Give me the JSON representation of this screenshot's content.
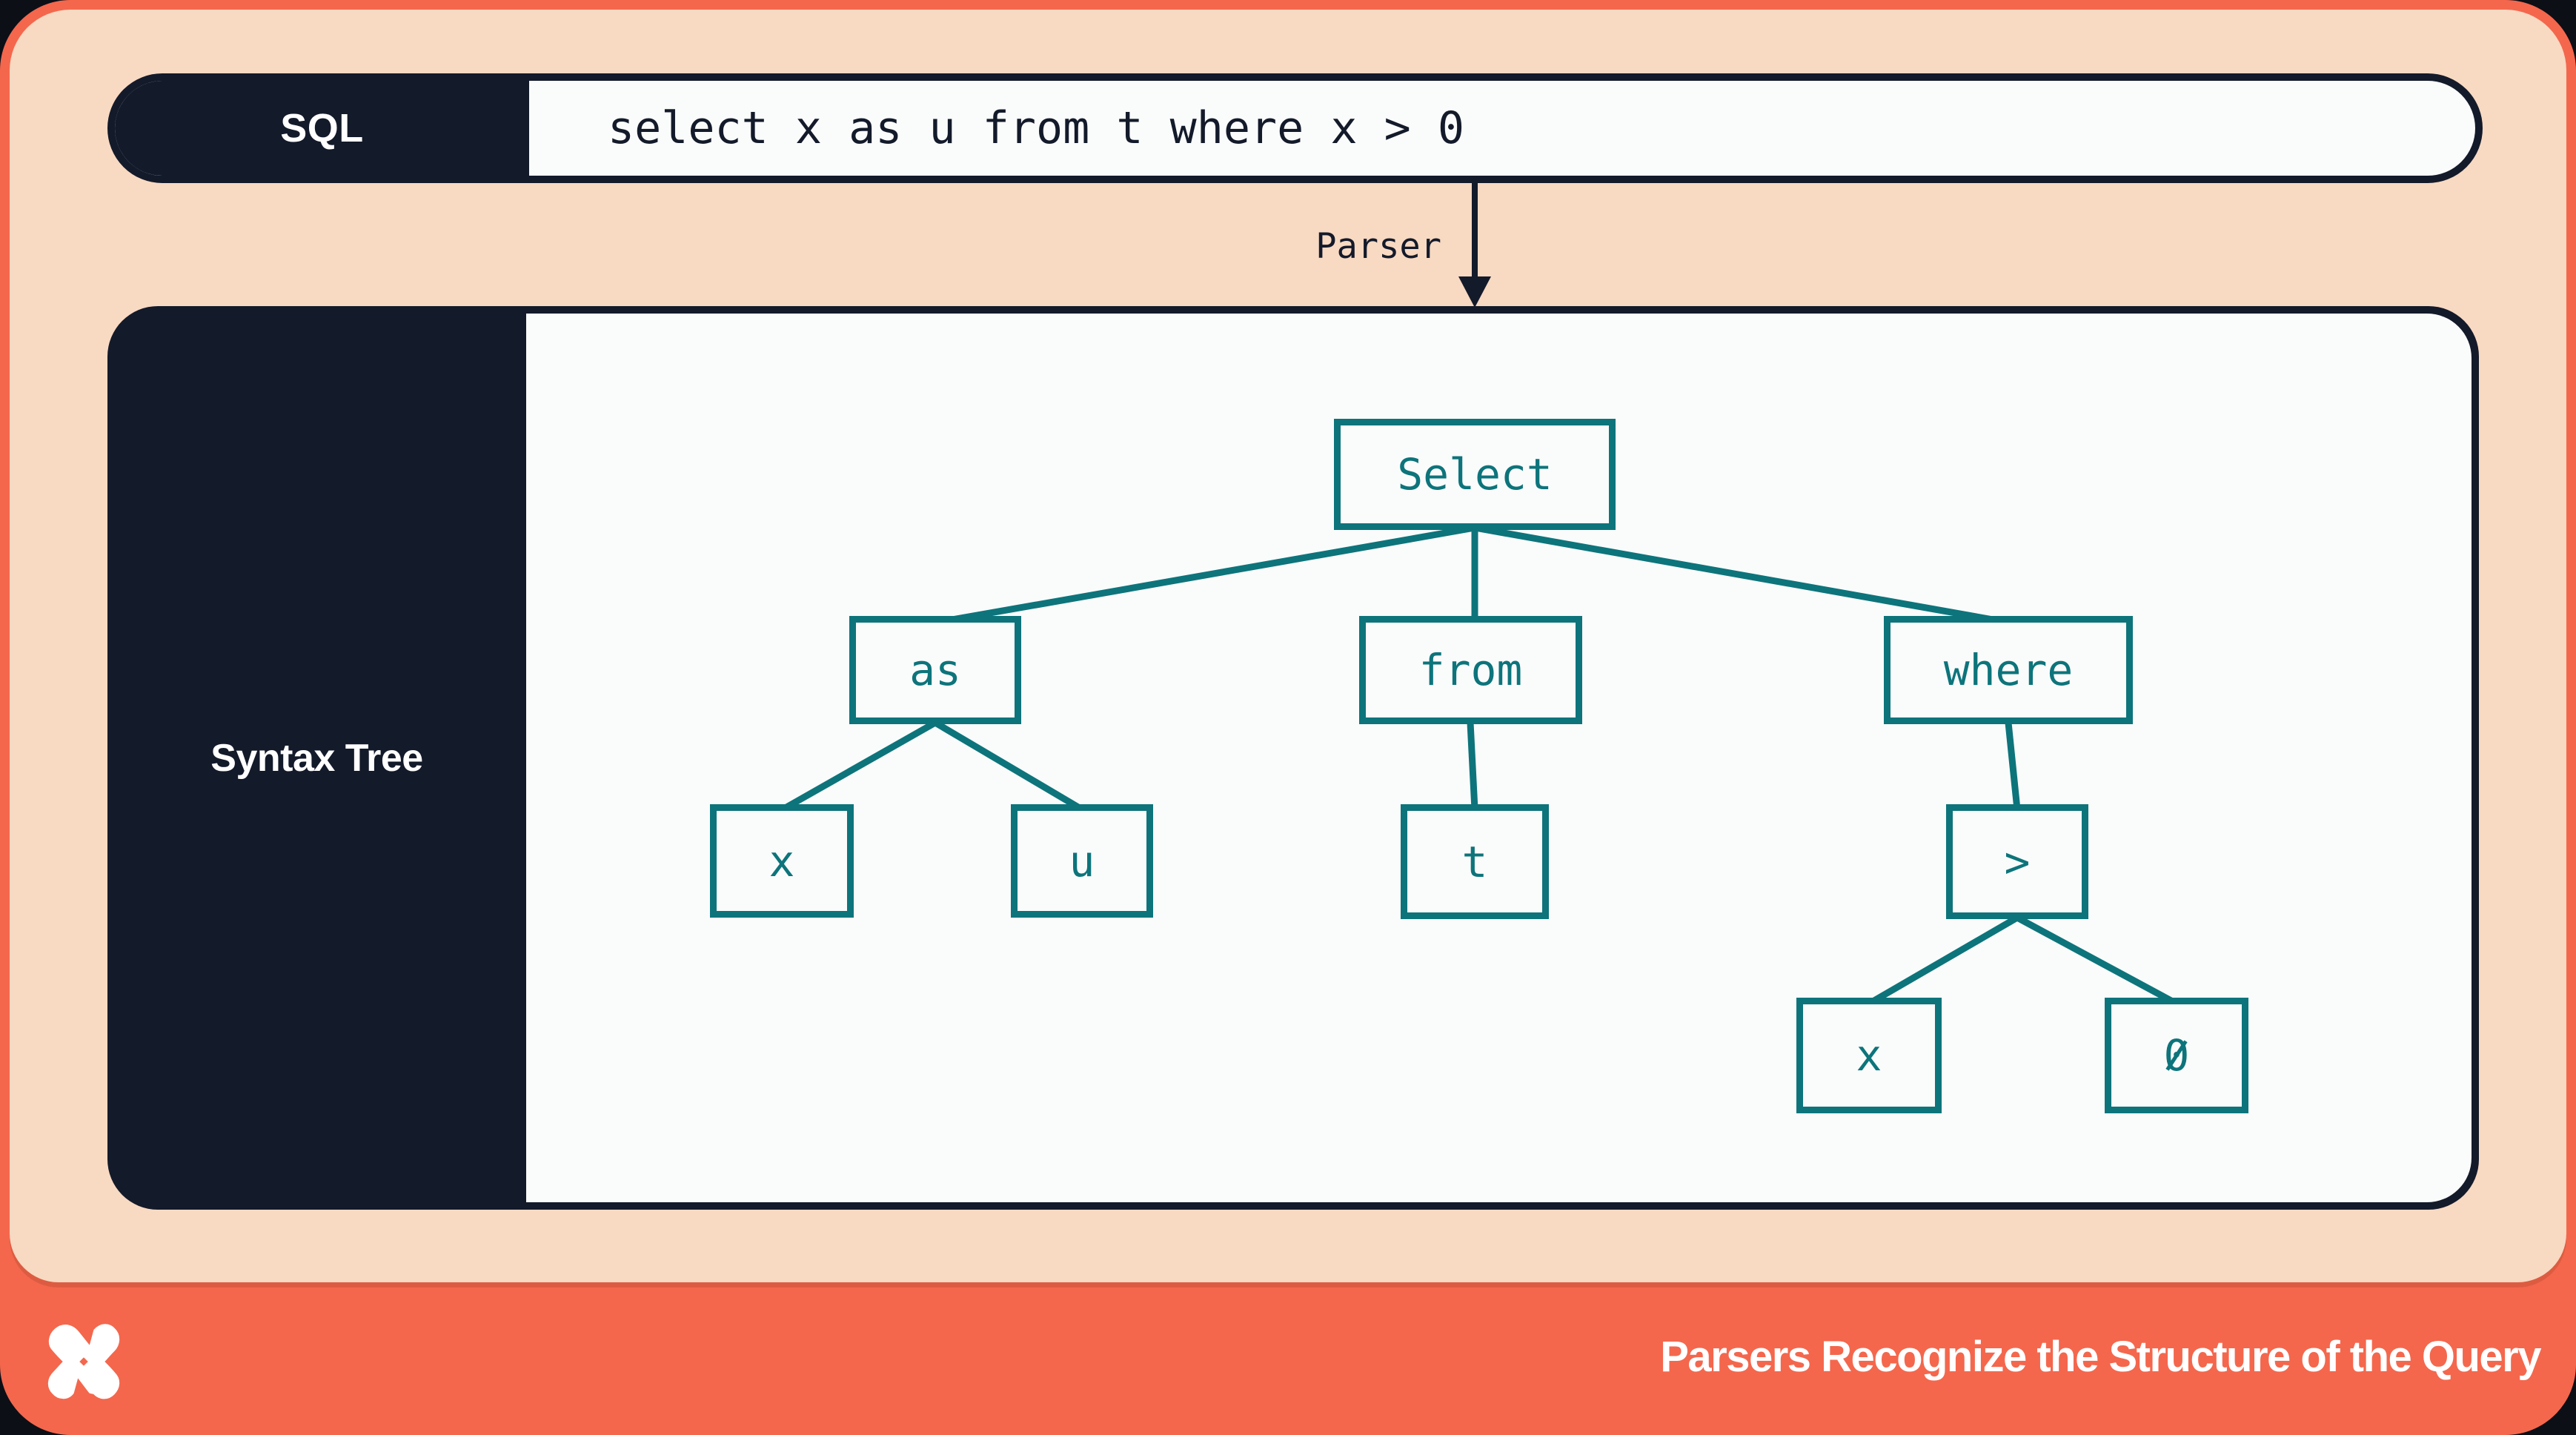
{
  "colors": {
    "accent_orange": "#f4674d",
    "peach_background": "#f8d9c2",
    "navy": "#131a2a",
    "teal": "#0d747b",
    "panel_white": "#fafbfb"
  },
  "sql_bar": {
    "label": "SQL",
    "query": "select x as u from t where x > 0"
  },
  "parser": {
    "label": "Parser"
  },
  "syntax_tree": {
    "panel_label": "Syntax Tree",
    "nodes": {
      "select": "Select",
      "as_": "as",
      "from_": "from",
      "where_": "where",
      "x_left": "x",
      "u": "u",
      "t": "t",
      "gt": ">",
      "x_right": "x",
      "zero": "0"
    }
  },
  "footer": {
    "caption": "Parsers Recognize the Structure of the Query",
    "logo": "four-pointed-star-logo"
  }
}
